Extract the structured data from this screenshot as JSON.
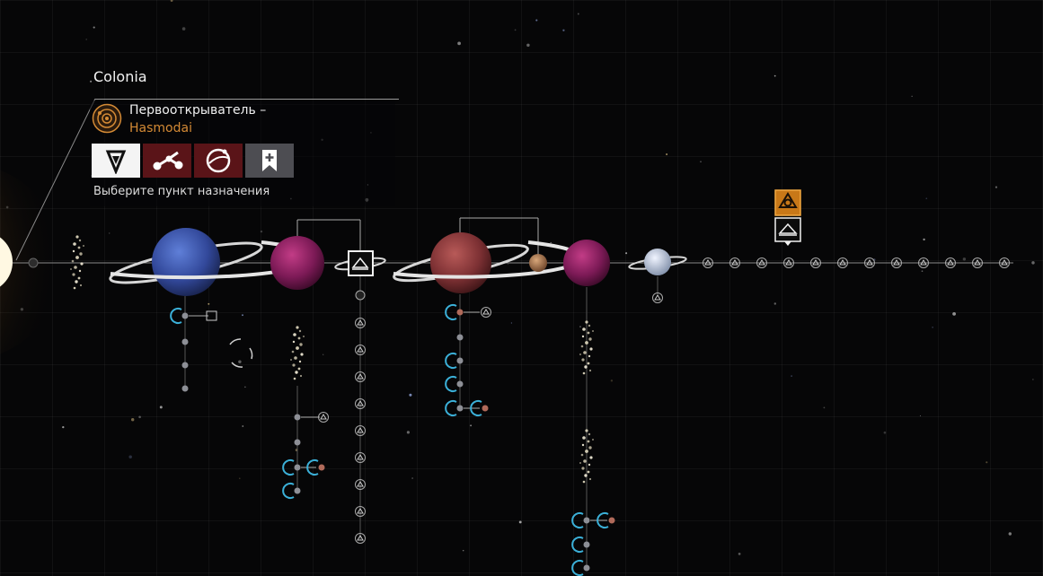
{
  "system": {
    "name": "Colonia"
  },
  "ship": {
    "role_label": "Первооткрыватель –",
    "name": "Hasmodai",
    "role_icon": "explorer-rank-icon"
  },
  "actions": [
    {
      "name": "select-destination-button",
      "icon": "destination-marker-icon",
      "active": true
    },
    {
      "name": "plot-route-button",
      "icon": "route-nodes-icon",
      "active": false
    },
    {
      "name": "scan-orbit-button",
      "icon": "orbit-scan-icon",
      "active": false
    },
    {
      "name": "bookmark-button",
      "icon": "bookmark-add-icon",
      "active": false
    }
  ],
  "prompt": "Выберите пункт назначения",
  "colors": {
    "accent_orange": "#d48a35",
    "hud_red": "#5a1418",
    "hud_gray": "#4d4d52",
    "orbit_line": "#8a8a8a",
    "moon_cyan": "#3bb0d8"
  }
}
